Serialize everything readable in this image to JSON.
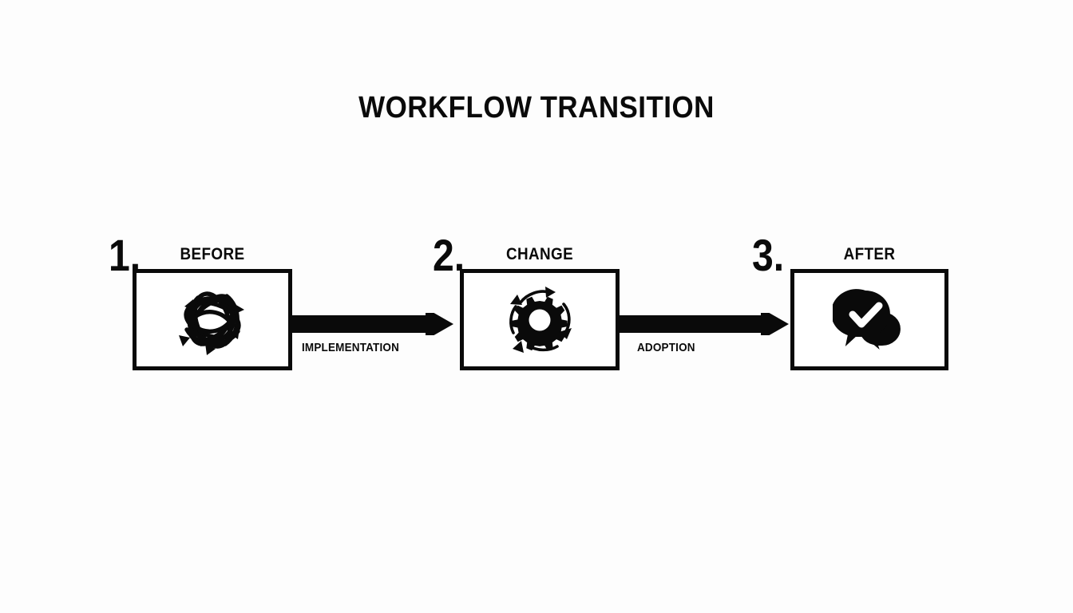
{
  "diagram": {
    "title": "WORKFLOW TRANSITION",
    "background_color": "#fdfdfd",
    "ink_color": "#0a0a0a",
    "steps": [
      {
        "number": "1.",
        "label": "BEFORE",
        "icon": "tangled-arrows-icon"
      },
      {
        "number": "2.",
        "label": "CHANGE",
        "icon": "gear-rotating-arrows-icon"
      },
      {
        "number": "3.",
        "label": "AFTER",
        "icon": "chat-bubbles-check-icon"
      }
    ],
    "connectors": [
      {
        "label": "IMPLEMENTATION",
        "icon": "arrow-right-icon"
      },
      {
        "label": "ADOPTION",
        "icon": "arrow-right-icon"
      }
    ]
  }
}
